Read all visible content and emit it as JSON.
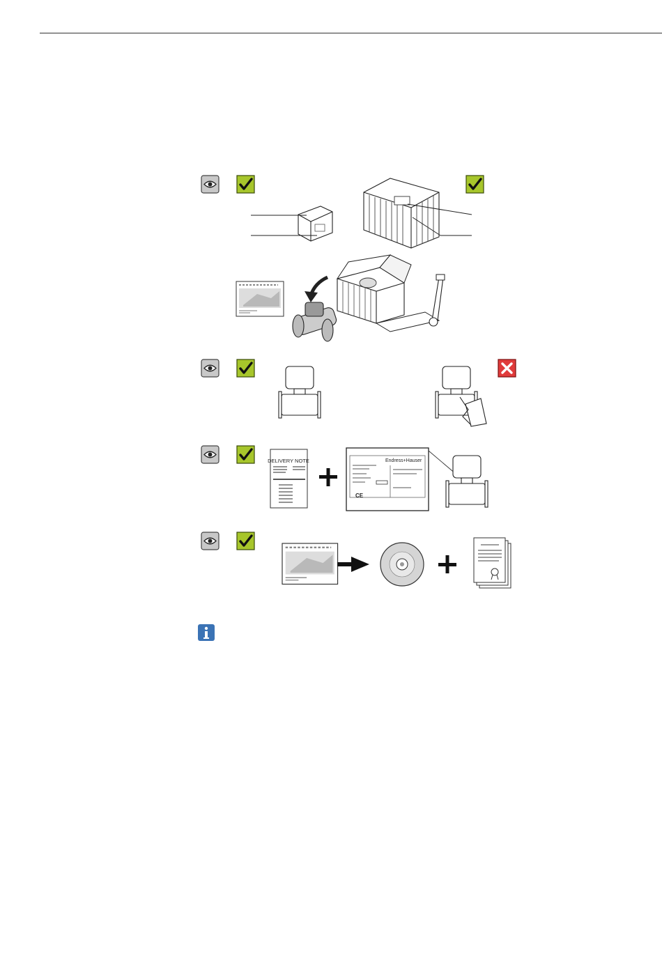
{
  "delivery_note": {
    "title": "DELIVERY NOTE"
  },
  "nameplate": {
    "brand": "Endress+Hauser",
    "ce_mark": "CE"
  },
  "status_colors": {
    "ok": "#a7c62b",
    "reject": "#e03b3b",
    "eye_bg": "#c8c8c8",
    "info": "#3b73b5"
  },
  "icons": {
    "visual_check": "eye-icon",
    "ok": "checkmark-icon",
    "not_ok": "cross-icon",
    "note": "info-icon"
  }
}
